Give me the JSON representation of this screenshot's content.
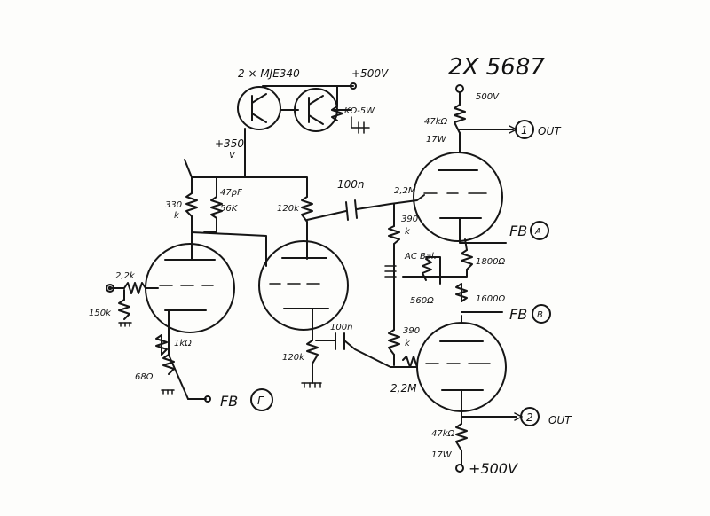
{
  "labels": {
    "title": "2X 5687",
    "transistors": "2 × MJE340",
    "b500_top": "+500V",
    "b350": "+350",
    "b350_v": "V",
    "k12": "KΩ-5W",
    "r330": "330",
    "r330_k": "k",
    "c47": "47pF",
    "r56": "56K",
    "r120a": "120k",
    "c100a": "100n",
    "r22a": "2,2M",
    "r390a": "390",
    "r390a_k": "k",
    "r474a": "47kΩ",
    "r474a_w": "17W",
    "b500a": "500V",
    "out1_n": "1",
    "out1": "OUT",
    "fba_t": "FB",
    "fba_c": "A",
    "r22in": "2,2k",
    "r150": "150k",
    "r1k": "1kΩ",
    "r68": "68Ω",
    "fbg_t": "FB",
    "fbg_c": "Γ",
    "r1800": "1800Ω",
    "acbal": "AC Bal.",
    "r560": "560Ω",
    "r1600": "1600Ω",
    "fbb_t": "FB",
    "fbb_c": "B",
    "r120b": "120k",
    "c100b": "100n",
    "r390b": "390",
    "r390b_k": "k",
    "r22b": "2,2M",
    "out2_n": "2",
    "out2": "OUT",
    "r474b": "47kΩ",
    "r474b_w": "17W",
    "b500b": "+500V"
  }
}
